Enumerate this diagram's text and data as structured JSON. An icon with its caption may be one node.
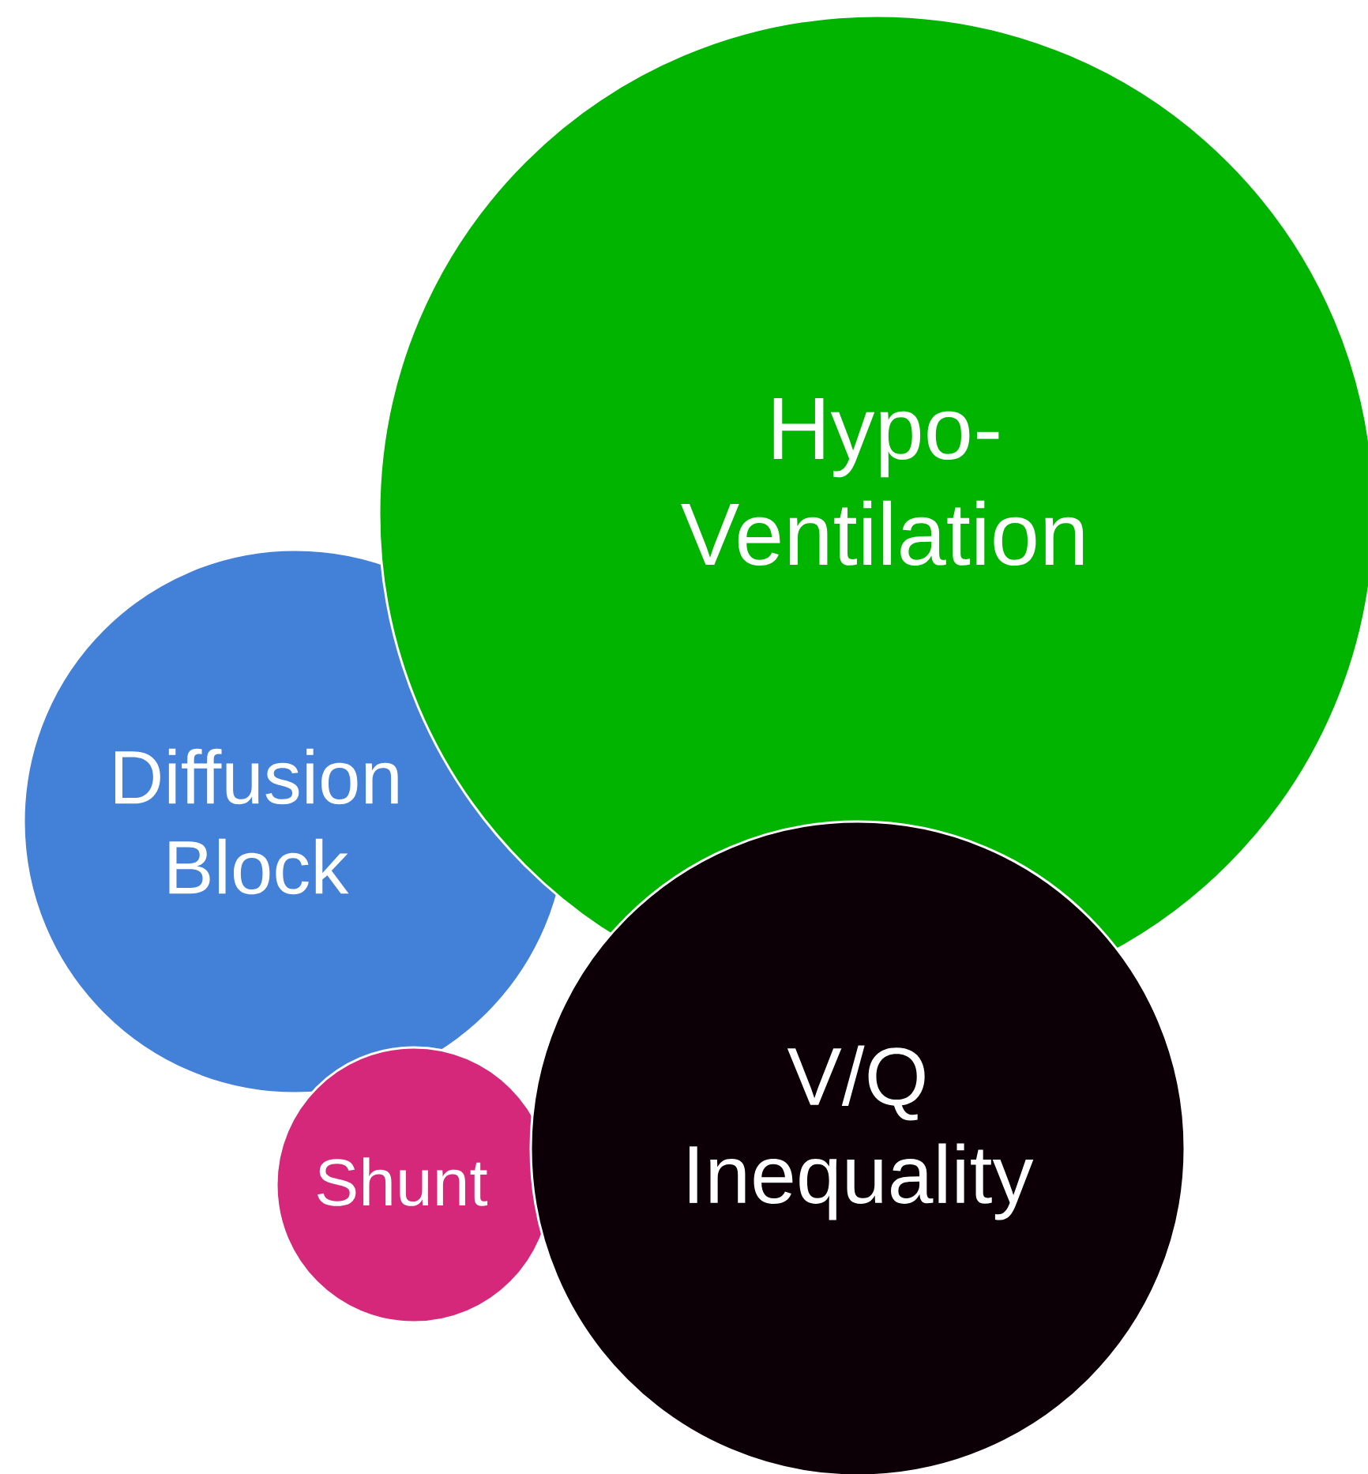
{
  "diagram": {
    "nodes": [
      {
        "text": [
          "Hypo- Ventilation"
        ]
      },
      {
        "text": [
          "Diffusion Block"
        ]
      },
      {
        "text": [
          "Shunt"
        ]
      },
      {
        "text": [
          "V/Q Inequality"
        ]
      }
    ]
  }
}
